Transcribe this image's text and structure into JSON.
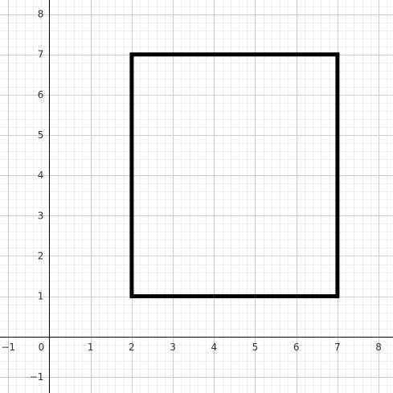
{
  "chart_data": {
    "type": "line",
    "title": "",
    "xlabel": "",
    "ylabel": "",
    "xlim": [
      -1.2,
      8.35
    ],
    "ylim": [
      -1.4,
      8.35
    ],
    "grid": true,
    "minor_grid_step": 0.2,
    "x_ticks": [
      {
        "value": -1,
        "label": "−1"
      },
      {
        "value": 0,
        "label": "0"
      },
      {
        "value": 1,
        "label": "1"
      },
      {
        "value": 2,
        "label": "2"
      },
      {
        "value": 3,
        "label": "3"
      },
      {
        "value": 4,
        "label": "4"
      },
      {
        "value": 5,
        "label": "5"
      },
      {
        "value": 6,
        "label": "6"
      },
      {
        "value": 7,
        "label": "7"
      },
      {
        "value": 8,
        "label": "8"
      }
    ],
    "y_ticks": [
      {
        "value": -1,
        "label": "−1"
      },
      {
        "value": 1,
        "label": "1"
      },
      {
        "value": 2,
        "label": "2"
      },
      {
        "value": 3,
        "label": "3"
      },
      {
        "value": 4,
        "label": "4"
      },
      {
        "value": 5,
        "label": "5"
      },
      {
        "value": 6,
        "label": "6"
      },
      {
        "value": 7,
        "label": "7"
      },
      {
        "value": 8,
        "label": "8"
      }
    ],
    "series": [
      {
        "closed": true,
        "color": "#000000",
        "points": [
          [
            2,
            1
          ],
          [
            7,
            1
          ],
          [
            7,
            7
          ],
          [
            2,
            7
          ]
        ]
      }
    ]
  }
}
